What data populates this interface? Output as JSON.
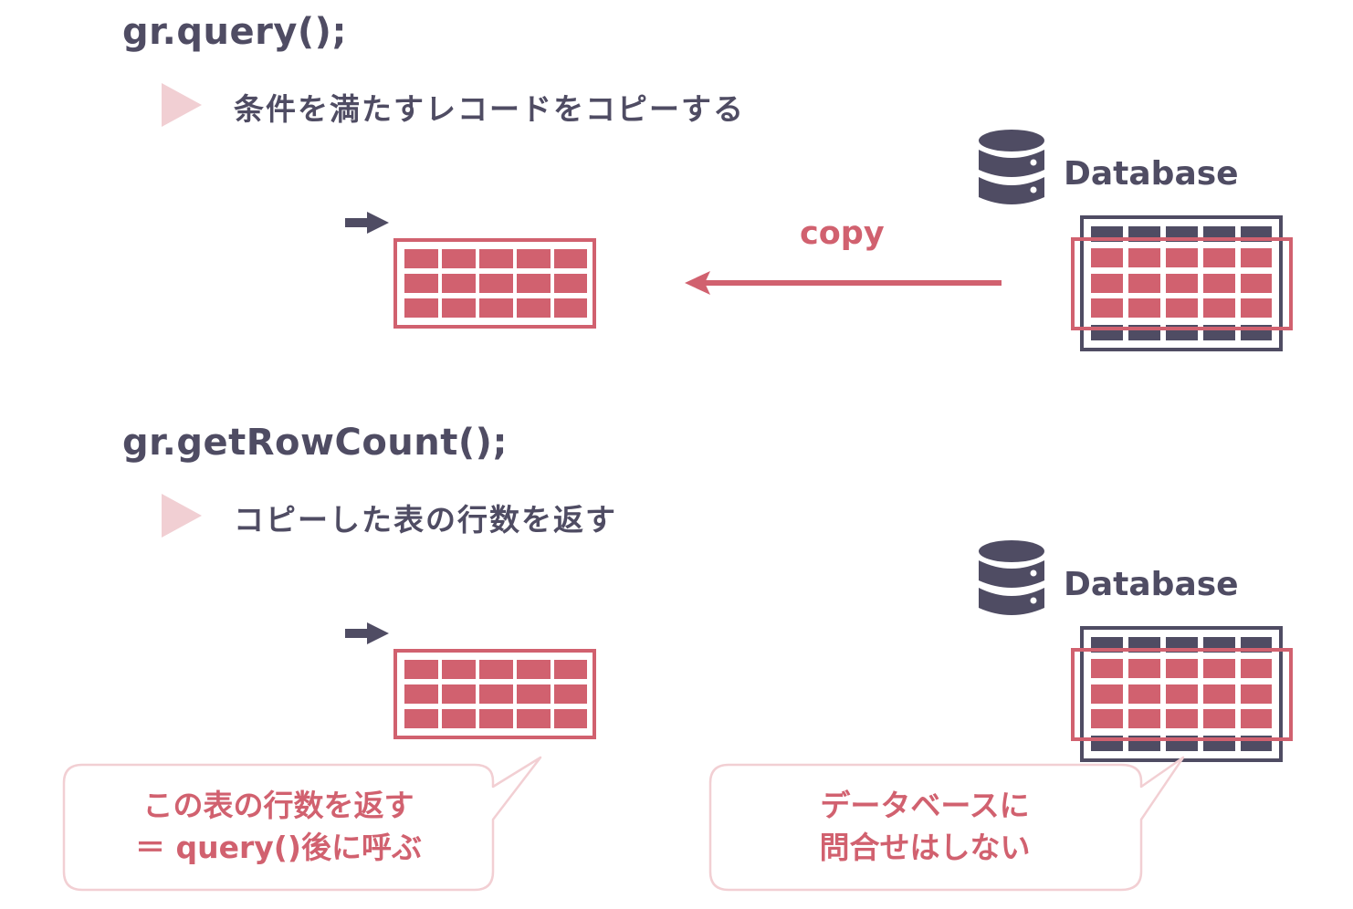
{
  "sections": [
    {
      "code": "gr.query();",
      "description": "条件を満たすレコードをコピーする",
      "db_label": "Database",
      "arrow_label": "copy"
    },
    {
      "code": "gr.getRowCount();",
      "description": "コピーした表の行数を返す",
      "db_label": "Database"
    }
  ],
  "callouts": {
    "left": {
      "line1": "この表の行数を返す",
      "line2": "＝ query()後に呼ぶ"
    },
    "right": {
      "line1": "データベースに",
      "line2": "問合せはしない"
    }
  },
  "colors": {
    "accent": "#d1616f",
    "dark": "#4f4c63",
    "bullet": "#f1cfd3",
    "callout_border": "#f2cfd3"
  },
  "icons": [
    "database-icon",
    "right-arrow-icon",
    "left-arrow-icon",
    "play-triangle-icon"
  ]
}
